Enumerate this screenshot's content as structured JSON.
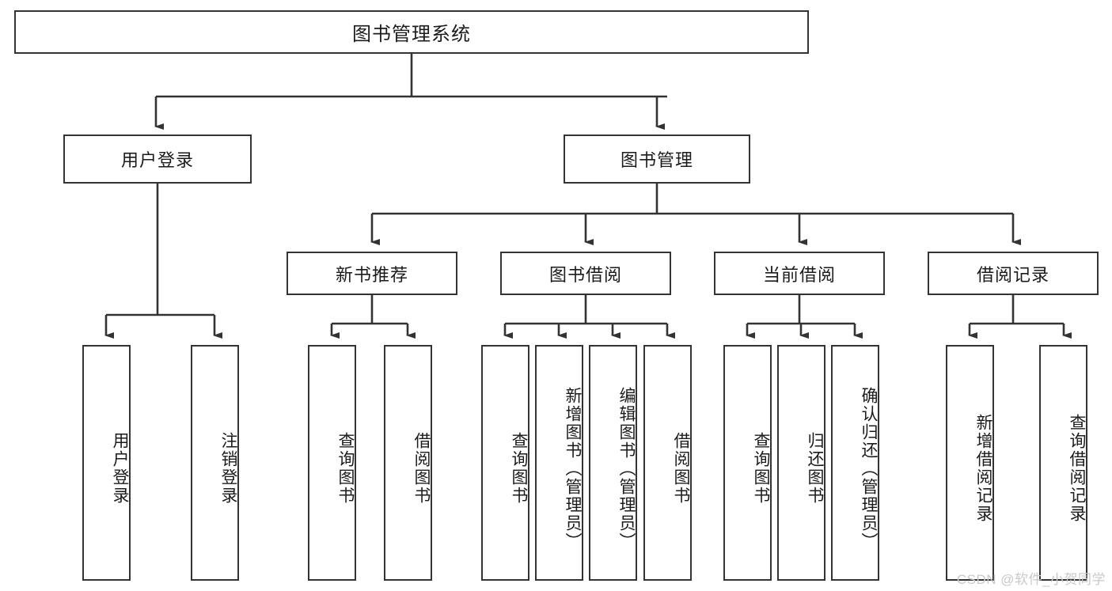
{
  "diagram": {
    "type": "tree",
    "title": "图书管理系统",
    "watermark": "CSDN @软件_小贺同学",
    "colors": {
      "box_border": "#333333",
      "box_fill": "#ffffff",
      "edge": "#333333",
      "text": "#1b1b1b",
      "watermark": "#c9c9c9",
      "background": "#ffffff"
    },
    "root": {
      "label": "图书管理系统"
    },
    "level2": [
      {
        "label": "用户登录"
      },
      {
        "label": "图书管理"
      }
    ],
    "level3": [
      {
        "label": "新书推荐"
      },
      {
        "label": "图书借阅"
      },
      {
        "label": "当前借阅"
      },
      {
        "label": "借阅记录"
      }
    ],
    "leaves": {
      "user_login": [
        {
          "label": "用户登录"
        },
        {
          "label": "注销登录"
        }
      ],
      "new_book_recommend": [
        {
          "label": "查询图书"
        },
        {
          "label": "借阅图书"
        }
      ],
      "book_borrow": [
        {
          "label": "查询图书"
        },
        {
          "label": "新增图书（管理员）"
        },
        {
          "label": "编辑图书（管理员）"
        },
        {
          "label": "借阅图书"
        }
      ],
      "current_borrow": [
        {
          "label": "查询图书"
        },
        {
          "label": "归还图书"
        },
        {
          "label": "确认归还（管理员）"
        }
      ],
      "borrow_record": [
        {
          "label": "新增借阅记录"
        },
        {
          "label": "查询借阅记录"
        }
      ]
    }
  }
}
